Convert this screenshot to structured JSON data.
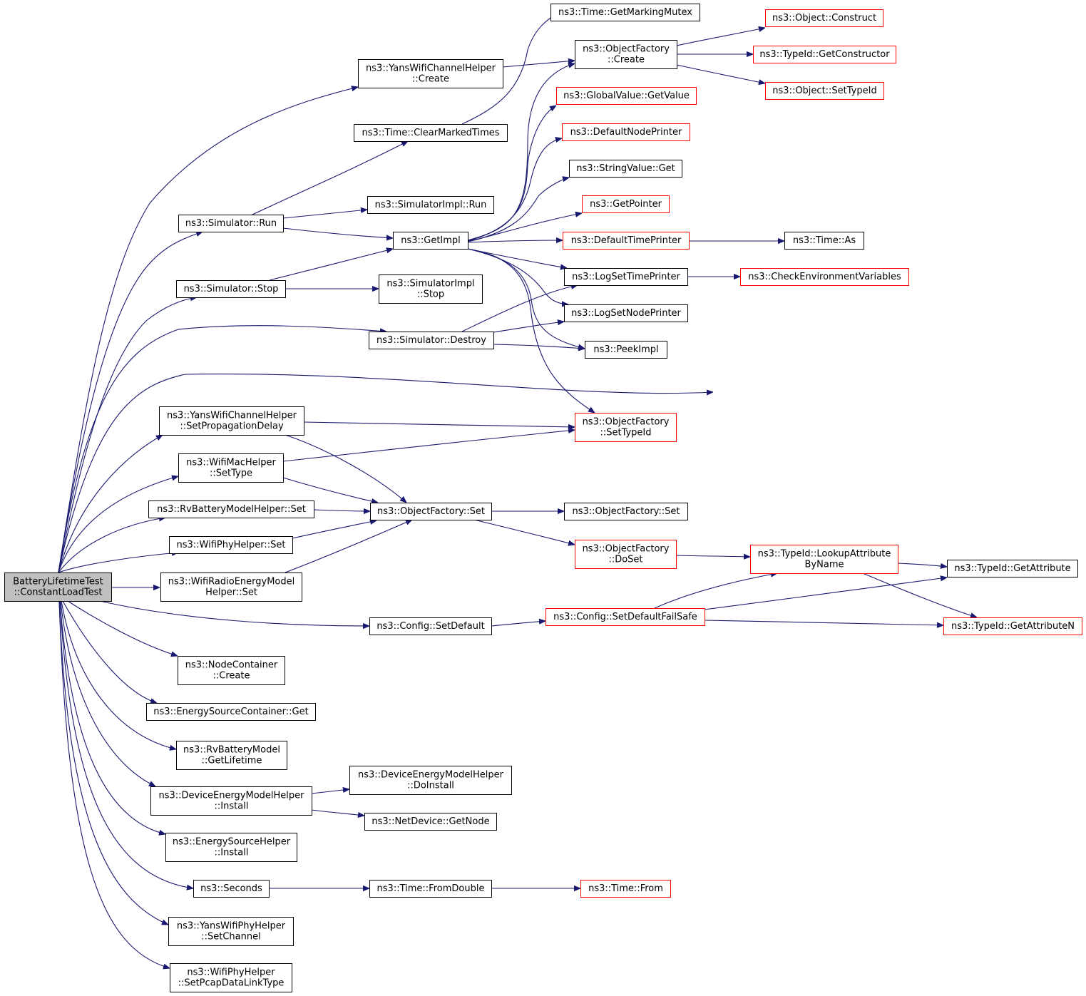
{
  "graph": {
    "edge_color": "#191970",
    "highlight_color": "#ff0000",
    "root_fill": "#bfbfbf",
    "nodes": [
      {
        "id": "root",
        "lines": [
          "BatteryLifetimeTest",
          "::ConstantLoadTest"
        ],
        "style": "root"
      },
      {
        "id": "yansCreate",
        "lines": [
          "ns3::YansWifiChannelHelper",
          "::Create"
        ],
        "style": "normal"
      },
      {
        "id": "clearMarked",
        "lines": [
          "ns3::Time::ClearMarkedTimes"
        ],
        "style": "normal"
      },
      {
        "id": "simRun",
        "lines": [
          "ns3::Simulator::Run"
        ],
        "style": "normal"
      },
      {
        "id": "simImplRun",
        "lines": [
          "ns3::SimulatorImpl::Run"
        ],
        "style": "normal"
      },
      {
        "id": "getImpl",
        "lines": [
          "ns3::GetImpl"
        ],
        "style": "normal"
      },
      {
        "id": "simStop",
        "lines": [
          "ns3::Simulator::Stop"
        ],
        "style": "normal"
      },
      {
        "id": "simImplStop",
        "lines": [
          "ns3::SimulatorImpl",
          "::Stop"
        ],
        "style": "normal"
      },
      {
        "id": "simDestroy",
        "lines": [
          "ns3::Simulator::Destroy"
        ],
        "style": "normal"
      },
      {
        "id": "getMarkingMutex",
        "lines": [
          "ns3::Time::GetMarkingMutex"
        ],
        "style": "normal"
      },
      {
        "id": "ofCreate",
        "lines": [
          "ns3::ObjectFactory",
          "::Create"
        ],
        "style": "normal"
      },
      {
        "id": "objConstruct",
        "lines": [
          "ns3::Object::Construct"
        ],
        "style": "red"
      },
      {
        "id": "getConstructor",
        "lines": [
          "ns3::TypeId::GetConstructor"
        ],
        "style": "red"
      },
      {
        "id": "objSetTypeId",
        "lines": [
          "ns3::Object::SetTypeId"
        ],
        "style": "red"
      },
      {
        "id": "gvGetValue",
        "lines": [
          "ns3::GlobalValue::GetValue"
        ],
        "style": "red"
      },
      {
        "id": "defNodePrinter",
        "lines": [
          "ns3::DefaultNodePrinter"
        ],
        "style": "red"
      },
      {
        "id": "strValueGet",
        "lines": [
          "ns3::StringValue::Get"
        ],
        "style": "normal"
      },
      {
        "id": "getPointer",
        "lines": [
          "ns3::GetPointer"
        ],
        "style": "red"
      },
      {
        "id": "defTimePrinter",
        "lines": [
          "ns3::DefaultTimePrinter"
        ],
        "style": "red"
      },
      {
        "id": "timeAs",
        "lines": [
          "ns3::Time::As"
        ],
        "style": "normal"
      },
      {
        "id": "logSetTime",
        "lines": [
          "ns3::LogSetTimePrinter"
        ],
        "style": "normal"
      },
      {
        "id": "checkEnv",
        "lines": [
          "ns3::CheckEnvironmentVariables"
        ],
        "style": "red"
      },
      {
        "id": "logSetNode",
        "lines": [
          "ns3::LogSetNodePrinter"
        ],
        "style": "normal"
      },
      {
        "id": "peekImpl",
        "lines": [
          "ns3::PeekImpl"
        ],
        "style": "normal"
      },
      {
        "id": "yansSetProp",
        "lines": [
          "ns3::YansWifiChannelHelper",
          "::SetPropagationDelay"
        ],
        "style": "normal"
      },
      {
        "id": "ofSetTypeId",
        "lines": [
          "ns3::ObjectFactory",
          "::SetTypeId"
        ],
        "style": "red"
      },
      {
        "id": "wifiMacSetType",
        "lines": [
          "ns3::WifiMacHelper",
          "::SetType"
        ],
        "style": "normal"
      },
      {
        "id": "rvBatSet",
        "lines": [
          "ns3::RvBatteryModelHelper::Set"
        ],
        "style": "normal"
      },
      {
        "id": "ofSet1",
        "lines": [
          "ns3::ObjectFactory::Set"
        ],
        "style": "normal"
      },
      {
        "id": "ofSet2",
        "lines": [
          "ns3::ObjectFactory::Set"
        ],
        "style": "normal"
      },
      {
        "id": "wifiPhySet",
        "lines": [
          "ns3::WifiPhyHelper::Set"
        ],
        "style": "normal"
      },
      {
        "id": "ofDoSet",
        "lines": [
          "ns3::ObjectFactory",
          "::DoSet"
        ],
        "style": "red"
      },
      {
        "id": "lookupAttr",
        "lines": [
          "ns3::TypeId::LookupAttribute",
          "ByName"
        ],
        "style": "red"
      },
      {
        "id": "getAttribute",
        "lines": [
          "ns3::TypeId::GetAttribute"
        ],
        "style": "normal"
      },
      {
        "id": "wifiRadioSet",
        "lines": [
          "ns3::WifiRadioEnergyModel",
          "Helper::Set"
        ],
        "style": "normal"
      },
      {
        "id": "cfgSetDefault",
        "lines": [
          "ns3::Config::SetDefault"
        ],
        "style": "normal"
      },
      {
        "id": "cfgSetDefaultFS",
        "lines": [
          "ns3::Config::SetDefaultFailSafe"
        ],
        "style": "red"
      },
      {
        "id": "getAttributeN",
        "lines": [
          "ns3::TypeId::GetAttributeN"
        ],
        "style": "red"
      },
      {
        "id": "nodeContCreate",
        "lines": [
          "ns3::NodeContainer",
          "::Create"
        ],
        "style": "normal"
      },
      {
        "id": "escGet",
        "lines": [
          "ns3::EnergySourceContainer::Get"
        ],
        "style": "normal"
      },
      {
        "id": "rvBatLifetime",
        "lines": [
          "ns3::RvBatteryModel",
          "::GetLifetime"
        ],
        "style": "normal"
      },
      {
        "id": "demhDoInstall",
        "lines": [
          "ns3::DeviceEnergyModelHelper",
          "::DoInstall"
        ],
        "style": "normal"
      },
      {
        "id": "demhInstall",
        "lines": [
          "ns3::DeviceEnergyModelHelper",
          "::Install"
        ],
        "style": "normal"
      },
      {
        "id": "netDevGetNode",
        "lines": [
          "ns3::NetDevice::GetNode"
        ],
        "style": "normal"
      },
      {
        "id": "eshInstall",
        "lines": [
          "ns3::EnergySourceHelper",
          "::Install"
        ],
        "style": "normal"
      },
      {
        "id": "seconds",
        "lines": [
          "ns3::Seconds"
        ],
        "style": "normal"
      },
      {
        "id": "timeFromDouble",
        "lines": [
          "ns3::Time::FromDouble"
        ],
        "style": "normal"
      },
      {
        "id": "timeFrom",
        "lines": [
          "ns3::Time::From"
        ],
        "style": "red"
      },
      {
        "id": "yansPhySetChan",
        "lines": [
          "ns3::YansWifiPhyHelper",
          "::SetChannel"
        ],
        "style": "normal"
      },
      {
        "id": "wifiPhySetPcap",
        "lines": [
          "ns3::WifiPhyHelper",
          "::SetPcapDataLinkType"
        ],
        "style": "normal"
      }
    ],
    "edges": [
      [
        "root",
        "yansCreate"
      ],
      [
        "root",
        "simRun"
      ],
      [
        "root",
        "simStop"
      ],
      [
        "root",
        "simDestroy"
      ],
      [
        "root",
        "timeAs"
      ],
      [
        "root",
        "yansSetProp"
      ],
      [
        "root",
        "wifiMacSetType"
      ],
      [
        "root",
        "rvBatSet"
      ],
      [
        "root",
        "wifiPhySet"
      ],
      [
        "root",
        "wifiRadioSet"
      ],
      [
        "root",
        "cfgSetDefault"
      ],
      [
        "root",
        "nodeContCreate"
      ],
      [
        "root",
        "escGet"
      ],
      [
        "root",
        "rvBatLifetime"
      ],
      [
        "root",
        "demhInstall"
      ],
      [
        "root",
        "eshInstall"
      ],
      [
        "root",
        "seconds"
      ],
      [
        "root",
        "yansPhySetChan"
      ],
      [
        "root",
        "wifiPhySetPcap"
      ],
      [
        "yansCreate",
        "ofCreate"
      ],
      [
        "clearMarked",
        "getMarkingMutex"
      ],
      [
        "simRun",
        "clearMarked"
      ],
      [
        "simRun",
        "simImplRun"
      ],
      [
        "simRun",
        "getImpl"
      ],
      [
        "simStop",
        "getImpl"
      ],
      [
        "simStop",
        "simImplStop"
      ],
      [
        "simDestroy",
        "logSetTime"
      ],
      [
        "simDestroy",
        "logSetNode"
      ],
      [
        "simDestroy",
        "peekImpl"
      ],
      [
        "getImpl",
        "ofCreate"
      ],
      [
        "getImpl",
        "gvGetValue"
      ],
      [
        "getImpl",
        "defNodePrinter"
      ],
      [
        "getImpl",
        "strValueGet"
      ],
      [
        "getImpl",
        "getPointer"
      ],
      [
        "getImpl",
        "defTimePrinter"
      ],
      [
        "getImpl",
        "logSetTime"
      ],
      [
        "getImpl",
        "logSetNode"
      ],
      [
        "getImpl",
        "peekImpl"
      ],
      [
        "getImpl",
        "ofSetTypeId"
      ],
      [
        "ofCreate",
        "objConstruct"
      ],
      [
        "ofCreate",
        "getConstructor"
      ],
      [
        "ofCreate",
        "objSetTypeId"
      ],
      [
        "defTimePrinter",
        "timeAs"
      ],
      [
        "logSetTime",
        "checkEnv"
      ],
      [
        "yansSetProp",
        "ofSetTypeId"
      ],
      [
        "yansSetProp",
        "ofSet1"
      ],
      [
        "wifiMacSetType",
        "ofSetTypeId"
      ],
      [
        "wifiMacSetType",
        "ofSet1"
      ],
      [
        "rvBatSet",
        "ofSet1"
      ],
      [
        "wifiPhySet",
        "ofSet1"
      ],
      [
        "wifiRadioSet",
        "ofSet1"
      ],
      [
        "ofSet1",
        "ofSet2"
      ],
      [
        "ofSet1",
        "ofDoSet"
      ],
      [
        "ofDoSet",
        "lookupAttr"
      ],
      [
        "lookupAttr",
        "getAttribute"
      ],
      [
        "lookupAttr",
        "getAttributeN"
      ],
      [
        "cfgSetDefault",
        "cfgSetDefaultFS"
      ],
      [
        "cfgSetDefaultFS",
        "lookupAttr"
      ],
      [
        "cfgSetDefaultFS",
        "getAttribute"
      ],
      [
        "cfgSetDefaultFS",
        "getAttributeN"
      ],
      [
        "demhInstall",
        "demhDoInstall"
      ],
      [
        "demhInstall",
        "netDevGetNode"
      ],
      [
        "seconds",
        "timeFromDouble"
      ],
      [
        "timeFromDouble",
        "timeFrom"
      ]
    ]
  }
}
